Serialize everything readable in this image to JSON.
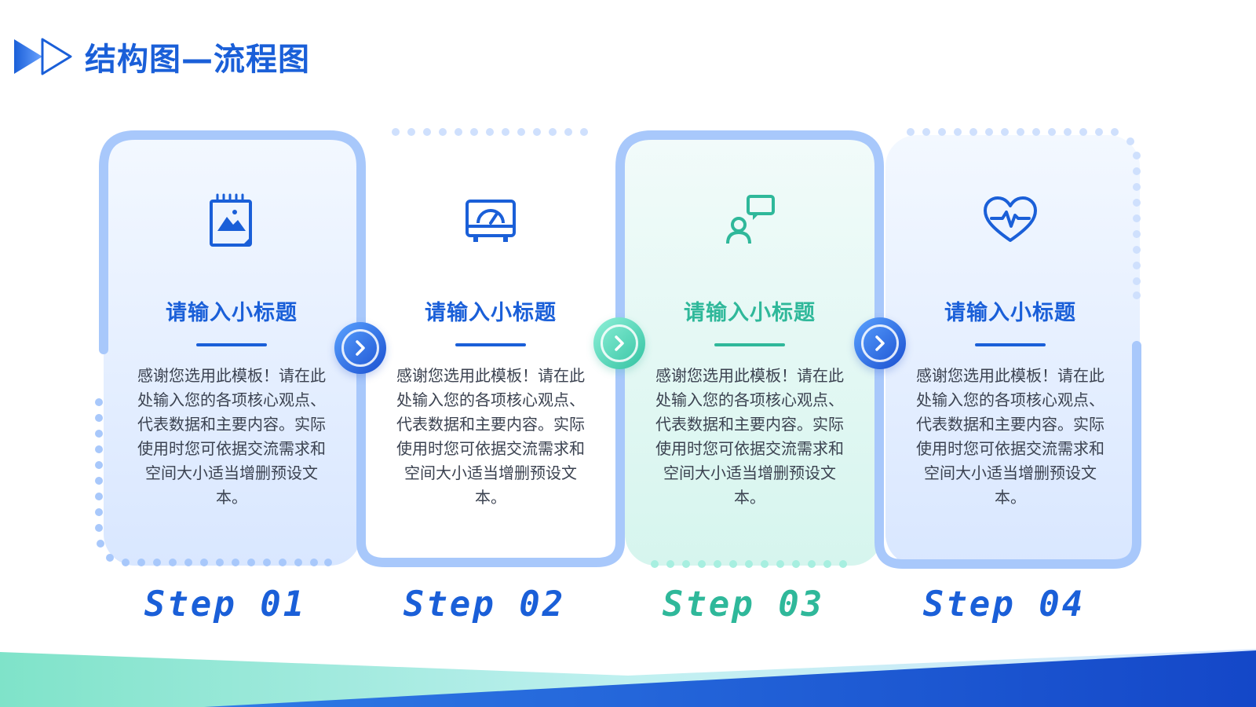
{
  "header": {
    "title": "结构图—流程图",
    "icon": "double-play-triangle-icon"
  },
  "colors": {
    "blue": "#1a5fd8",
    "teal": "#2fb89a",
    "card_border": "#a8c8fb",
    "dots": "#a8c8fb",
    "teal_dots": "#a7efe0"
  },
  "cards": [
    {
      "title": "请输入小标题",
      "body": "感谢您选用此模板！请在此处输入您的各项核心观点、代表数据和主要内容。实际使用时您可依据交流需求和空间大小适当增删预设文本。",
      "icon": "notepad-image-icon",
      "step": "Step 01"
    },
    {
      "title": "请输入小标题",
      "body": "感谢您选用此模板！请在此处输入您的各项核心观点、代表数据和主要内容。实际使用时您可依据交流需求和空间大小适当增删预设文本。",
      "icon": "speedometer-monitor-icon",
      "step": "Step 02"
    },
    {
      "title": "请输入小标题",
      "body": "感谢您选用此模板！请在此处输入您的各项核心观点、代表数据和主要内容。实际使用时您可依据交流需求和空间大小适当增删预设文本。",
      "icon": "user-chat-icon",
      "step": "Step 03"
    },
    {
      "title": "请输入小标题",
      "body": "感谢您选用此模板！请在此处输入您的各项核心观点、代表数据和主要内容。实际使用时您可依据交流需求和空间大小适当增删预设文本。",
      "icon": "heart-pulse-icon",
      "step": "Step 04"
    }
  ]
}
